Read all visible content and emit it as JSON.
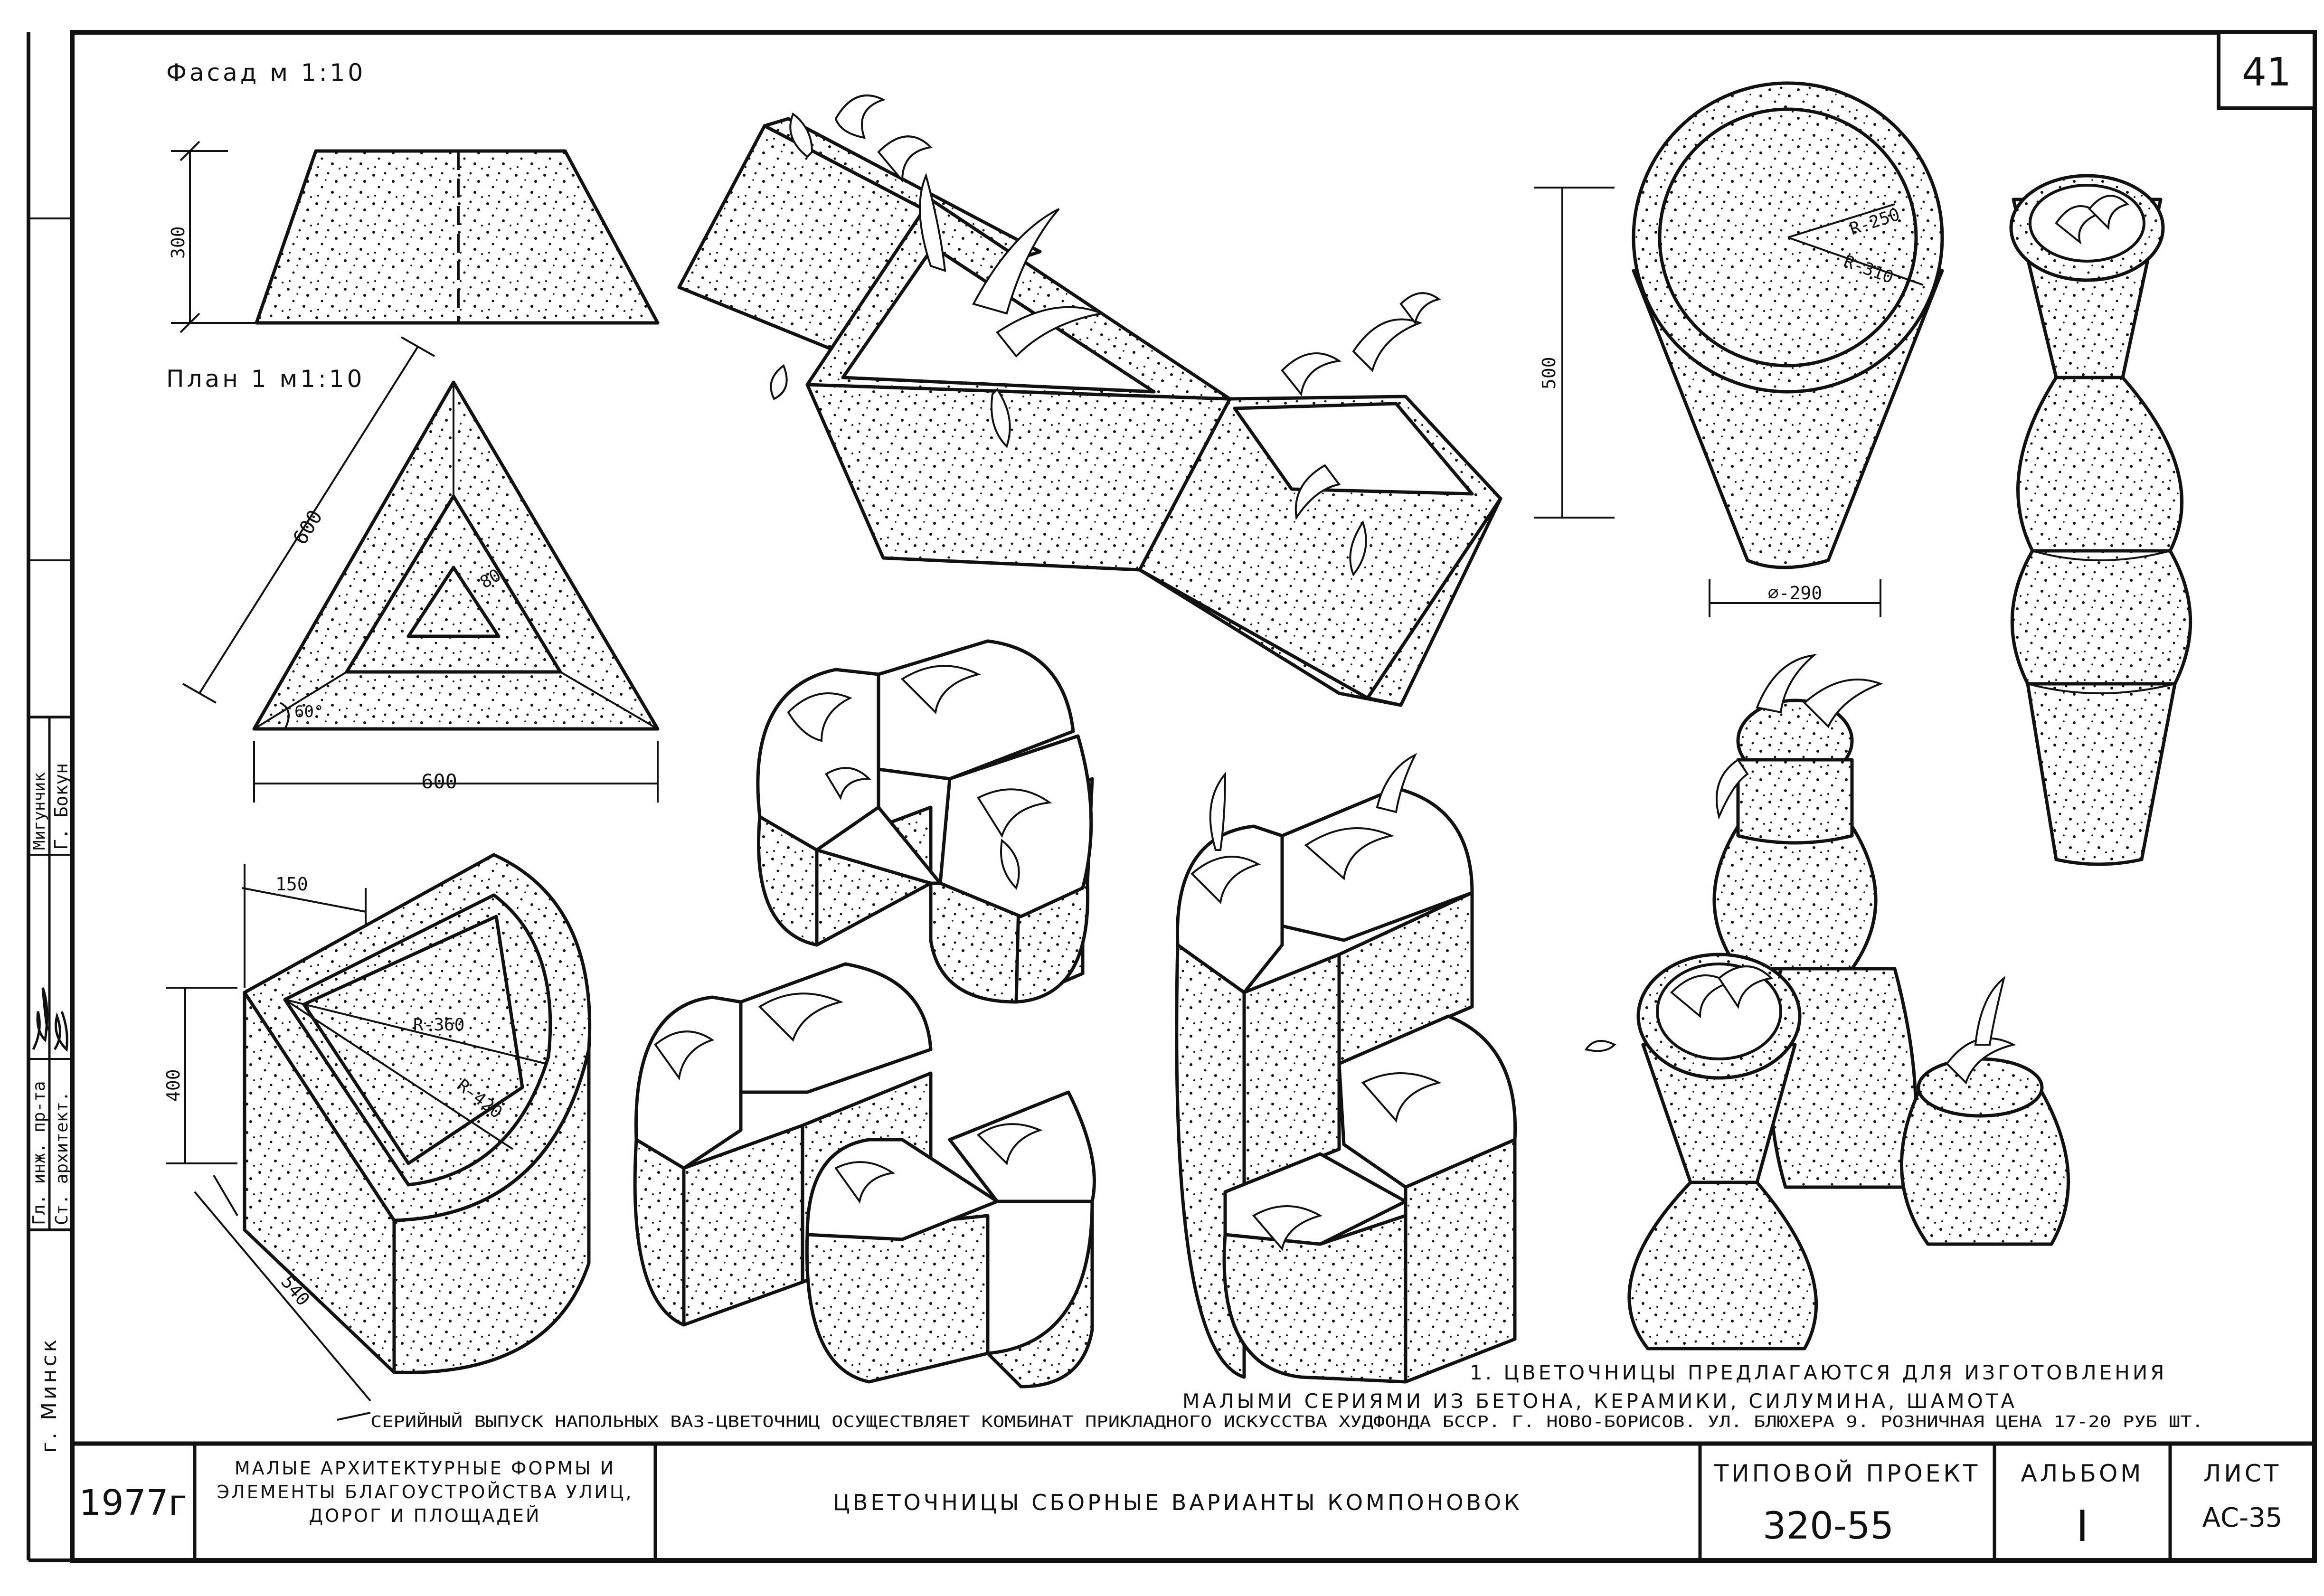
{
  "sheet_number": "41",
  "drawings": {
    "facade": {
      "title": "Фасад м 1:10",
      "height_dim": "300"
    },
    "plan": {
      "title": "План 1 м1:10",
      "side_dim": "600",
      "base_dim": "600",
      "wall_dim": "80",
      "angle": "60°"
    },
    "quarter_module": {
      "width_dim": "150",
      "height_dim": "400",
      "r_inner": "R-360",
      "r_outer": "R-420",
      "depth_dim": "540"
    },
    "cylinder": {
      "r_inner": "R-250",
      "r_outer": "R-310",
      "height_dim": "500",
      "diameter": "⌀-290"
    }
  },
  "notes": {
    "note_1": "1. Цветочницы предлагаются для изготовления",
    "note_2": "малыми сериями из бетона, керамики, силумина, шамота",
    "note_3": "Серийный выпуск напольных ваз-цветочниц осуществляет комбинат прикладного искусства Худфонда БССР. г. Ново-Борисов. ул. Блюхера 9. Розничная цена 17-20 руб шт."
  },
  "side_stamp": {
    "rows": [
      {
        "role": "Гл. инж. пр-та",
        "signature": "",
        "name": "Мигунчик"
      },
      {
        "role": "Ст. архитект.",
        "signature": "",
        "name": "Г. Бокун"
      }
    ],
    "city": "г. Минск"
  },
  "title_block": {
    "year": "1977г",
    "series": "Малые архитектурные формы и элементы благоустройства улиц, дорог и площадей",
    "sheet_title": "Цветочницы сборные варианты компоновок",
    "project_label": "Типовой проект",
    "project_number": "320-55",
    "album_label": "Альбом",
    "album_value": "I",
    "sheet_label": "Лист",
    "sheet_value": "АС-35"
  }
}
